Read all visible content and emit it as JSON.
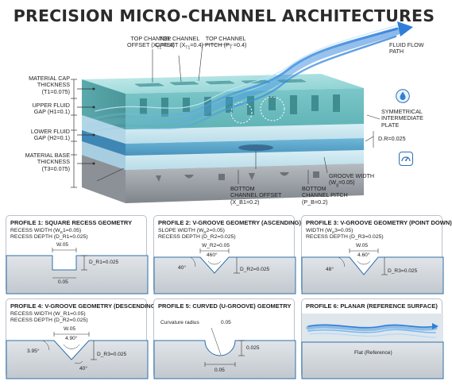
{
  "title": "PRECISION MICRO-CHANNEL ARCHITECTURES",
  "labels": {
    "top_offset_1": [
      "TOP CHANNEL",
      "OFFSET (X",
      "T1",
      "=0.4)"
    ],
    "top_offset_2": [
      "TOP CHANNEL",
      "OFFSET (X",
      "T1",
      "=0.4)"
    ],
    "top_pitch": [
      "TOP CHANNEL",
      "PITCH (P",
      "T",
      " =0.4)"
    ],
    "fluid_flow": [
      "FLUID FLOW",
      "PATH"
    ],
    "material_cap": [
      "MATERIAL CAP",
      "THICKNESS",
      "(T1=0.075)"
    ],
    "upper_gap": [
      "UPPER FLUID",
      "GAP (H1=0.1)"
    ],
    "lower_gap": [
      "LOWER FLUID",
      "GAP (H2=0.1)"
    ],
    "material_base": [
      "MATERIAL BASE",
      "THICKNESS",
      "(T3=0.075)"
    ],
    "symmetrical": [
      "SYMMETRICAL",
      "INTERMEDIATE",
      "PLATE"
    ],
    "d_r": "D.R=0.025",
    "groove_width": [
      "GROOVE WIDTH",
      "(W",
      "g",
      "=0.05)"
    ],
    "bottom_offset": [
      "BOTTOM",
      "CHANNEL OFFSET",
      "(X_B1=0.2)"
    ],
    "bottom_pitch": [
      "BOTTOM",
      "CHANNEL PITCH",
      "(P_B=0.2)"
    ]
  },
  "icons": {
    "droplet": "droplet-icon",
    "gauge": "gauge-icon",
    "flow_arrow": "flow-arrow-icon"
  },
  "colors": {
    "accent": "#2e78c7",
    "glass": "#8fd3d3",
    "metal": "#9aa0a6"
  },
  "profiles": [
    {
      "title": "PROFILE 1: SQUARE RECESS GEOMETRY",
      "line1_a": "RECESS WIDTH (W",
      "line1_sub": "R",
      "line1_b": "1=0.05)",
      "line2": "RECESS DEPTH (D_R1=0.025)",
      "dims": {
        "top_w": "W.05",
        "depth": "D_R1=0.025",
        "bottom_w": "0.05"
      }
    },
    {
      "title": "PROFILE 2: V-GROOVE GEOMETRY (ASCENDING)",
      "line1_a": "SLOPE WIDTH (W",
      "line1_sub": "R",
      "line1_b": "2=0.05)",
      "line2": "RECESS DEPTH (D_R2=0.025)",
      "dims": {
        "top_w": "W_R2=0.05",
        "angle_top": "460°",
        "angle_side": "40°",
        "depth": "D_R2=0.025"
      }
    },
    {
      "title": "PROFILE 3: V-GROOVE GEOMETRY (POINT DOWN)",
      "line1_a": "WIDTH (W",
      "line1_sub": "R",
      "line1_b": "3=0.05)",
      "line2": "RECESS DEPTH (D_R3=0.025)",
      "dims": {
        "top_w": "W.05",
        "angle_top": "4.60°",
        "angle_side": "48°",
        "depth": "D_R3=0.025"
      }
    },
    {
      "title": "PROFILE 4: V-GROOVE GEOMETRY (DESCENDING)",
      "line1_a": "RECESS WIDTH (W_R1=0.05)",
      "line1_sub": "",
      "line1_b": "",
      "line2": "RECESS DEPTH (D_R2=0.025)",
      "dims": {
        "top_w": "W.05",
        "angle_top": "4.90°",
        "angle_left": "3.95°",
        "angle_bottom": "40°",
        "depth": "D_R3=0.025"
      }
    },
    {
      "title": "PROFILE 5: CURVED (U-GROOVE) GEOMETRY",
      "line1_a": "",
      "line1_sub": "",
      "line1_b": "",
      "line2": "",
      "dims": {
        "curvature": "Curvature radius",
        "radius": "0.05",
        "depth": "0.025",
        "bottom_w": "0.05"
      }
    },
    {
      "title": "PROFILE 6: PLANAR (REFERENCE SURFACE)",
      "line1_a": "",
      "line1_sub": "",
      "line1_b": "",
      "line2": "",
      "dims": {
        "flat": "Flat (Reference)"
      }
    }
  ]
}
